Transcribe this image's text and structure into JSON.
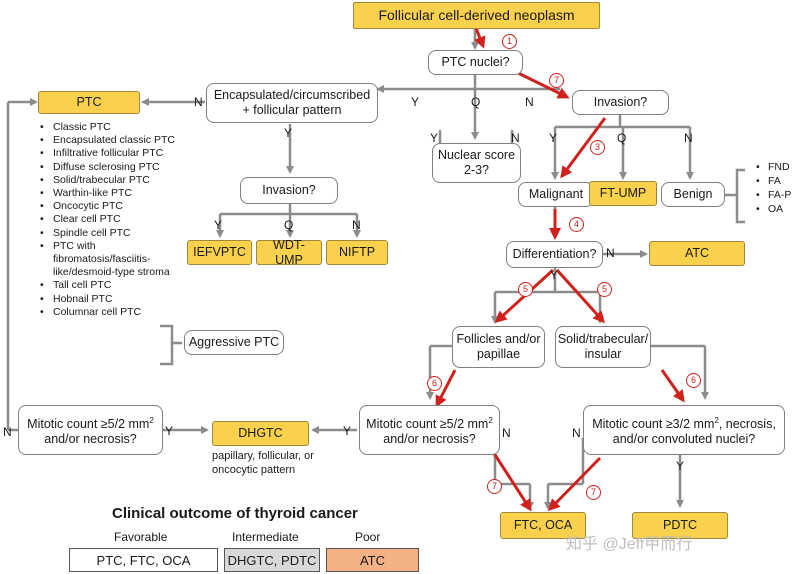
{
  "nodes": {
    "root": "Follicular cell-derived neoplasm",
    "ptc_nuclei": "PTC nuclei?",
    "encapsulated": "Encapsulated/circumscribed + follicular pattern",
    "ptc": "PTC",
    "invasion_left": "Invasion?",
    "iefvptc": "IEFVPTC",
    "wdt_ump": "WDT-UMP",
    "niftp": "NIFTP",
    "nuclear_score": "Nuclear score 2-3?",
    "invasion_right": "Invasion?",
    "malignant": "Malignant",
    "ft_ump": "FT-UMP",
    "benign": "Benign",
    "differentiation": "Differentiation?",
    "atc": "ATC",
    "follicles": "Follicles and/or papillae",
    "solid": "Solid/trabecular/ insular",
    "aggressive_ptc": "Aggressive PTC",
    "mitotic_left_1": "Mitotic count ≥5/2 mm",
    "mitotic_left_sup": "2",
    "mitotic_left_2": "and/or necrosis?",
    "dhgtc": "DHGTC",
    "dhgtc_note": "papillary, follicular, or oncocytic pattern",
    "mitotic_mid_1": "Mitotic count ≥5/2 mm",
    "mitotic_mid_sup": "2",
    "mitotic_mid_2": "and/or necrosis?",
    "mitotic_right_1": "Mitotic count ≥3/2 mm",
    "mitotic_right_sup": "2",
    "mitotic_right_1b": ", necrosis,",
    "mitotic_right_2": "and/or  convoluted nuclei?",
    "ftc_oca": "FTC, OCA",
    "pdtc": "PDTC"
  },
  "ptc_subtypes": [
    "Classic PTC",
    "Encapsulated classic PTC",
    "Infiltrative follicular PTC",
    "Diffuse sclerosing PTC",
    "Solid/trabecular PTC",
    "Warthin-like PTC",
    "Oncocytic PTC",
    "Clear cell PTC",
    "Spindle cell PTC",
    "PTC with fibromatosis/fasciitis-like/desmoid-type stroma",
    "Tall cell PTC",
    "Hobnail PTC",
    "Columnar cell PTC"
  ],
  "benign_list": [
    "FND",
    "FA",
    "FA-P",
    "OA"
  ],
  "edge_labels": {
    "y": "Y",
    "q": "Q",
    "n": "N"
  },
  "steps": [
    "1",
    "2",
    "3",
    "4",
    "5",
    "6",
    "7"
  ],
  "legend": {
    "title": "Clinical outcome of thyroid cancer",
    "favorable": "Favorable",
    "intermediate": "Intermediate",
    "poor": "Poor",
    "favorable_box": "PTC, FTC, OCA",
    "intermediate_box": "DHGTC, PDTC",
    "poor_box": "ATC"
  },
  "watermark": "知乎 @Jeff甲而行",
  "colors": {
    "yellow": "#f9d14c",
    "arrow_red": "#d0211c",
    "line_gray": "#8c8c8c",
    "intermediate": "#d9d9d9",
    "poor": "#f4b183"
  }
}
